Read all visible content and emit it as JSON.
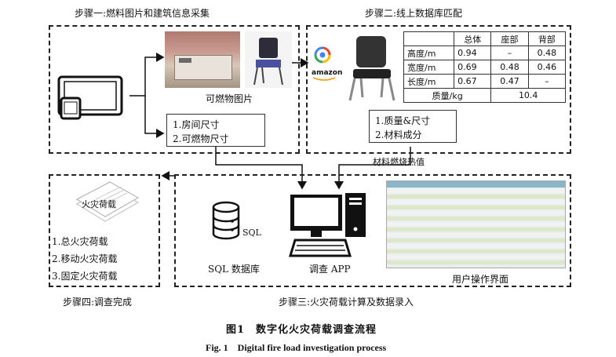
{
  "steps": {
    "s1": "步骤一:燃料图片和建筑信息采集",
    "s2": "步骤二:线上数据库匹配",
    "s3": "步骤三:火灾荷载计算及数据录入",
    "s4": "步骤四:调查完成"
  },
  "step1": {
    "images_label": "可燃物图片",
    "items": [
      "1.房间尺寸",
      "2.可燃物尺寸"
    ]
  },
  "step2": {
    "amazon_label": "amazon",
    "table": {
      "headers": [
        "",
        "总体",
        "座部",
        "背部"
      ],
      "rows": [
        [
          "高度/m",
          "0.94",
          "–",
          "0.48"
        ],
        [
          "宽度/m",
          "0.69",
          "0.48",
          "0.46"
        ],
        [
          "长度/m",
          "0.67",
          "0.47",
          "–"
        ]
      ],
      "mass_label": "质量/kg",
      "mass_value": "10.4"
    },
    "items": [
      "1.质量&尺寸",
      "2.材料成分"
    ]
  },
  "arrow_label": "材料燃烧热值",
  "step3": {
    "sql_icon_text": "SQL",
    "sql_label": "SQL 数据库",
    "app_label": "调查 APP",
    "ui_label": "用户操作界面"
  },
  "step4": {
    "doc_title": "火灾荷载",
    "items": [
      "1.总火灾荷载",
      "2.移动火灾荷载",
      "3.固定火灾荷载"
    ]
  },
  "caption": {
    "cn": "图1　数字化火灾荷载调查流程",
    "en": "Fig. 1　Digital fire load investigation process"
  }
}
